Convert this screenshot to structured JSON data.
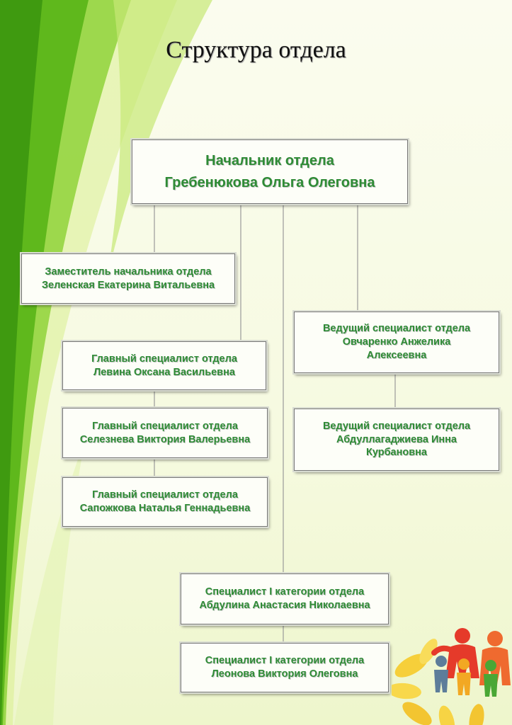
{
  "title": "Структура отдела",
  "colors": {
    "box_text": "#2e8b35",
    "accent_green": "#6fc125",
    "connector": "#9a9a9a"
  },
  "boxes": {
    "head": {
      "line1": "Начальник отдела",
      "line2": "Гребенюкова Ольга Олеговна"
    },
    "deputy": {
      "line1": "Заместитель начальника  отдела",
      "line2": "Зеленская Екатерина  Витальевна"
    },
    "chief1": {
      "line1": "Главный  специалист отдела",
      "line2": "Левина Оксана  Васильевна"
    },
    "chief2": {
      "line1": "Главный специалист отдела",
      "line2": "Селезнева Виктория Валерьевна"
    },
    "chief3": {
      "line1": "Главный специалист отдела",
      "line2": "Сапожкова Наталья Геннадьевна"
    },
    "lead1": {
      "line1": "Ведущий специалист отдела",
      "line2": "Овчаренко Анжелика",
      "line3": "Алексеевна"
    },
    "lead2": {
      "line1": "Ведущий специалист отдела",
      "line2": "Абдуллагаджиева  Инна",
      "line3": "Курбановна"
    },
    "spec1": {
      "line1": "Специалист I категории отдела",
      "line2": "Абдулина Анастасия Николаевна"
    },
    "spec2": {
      "line1": "Специалист I категории  отдела",
      "line2": "Леонова  Виктория  Олеговна"
    }
  }
}
